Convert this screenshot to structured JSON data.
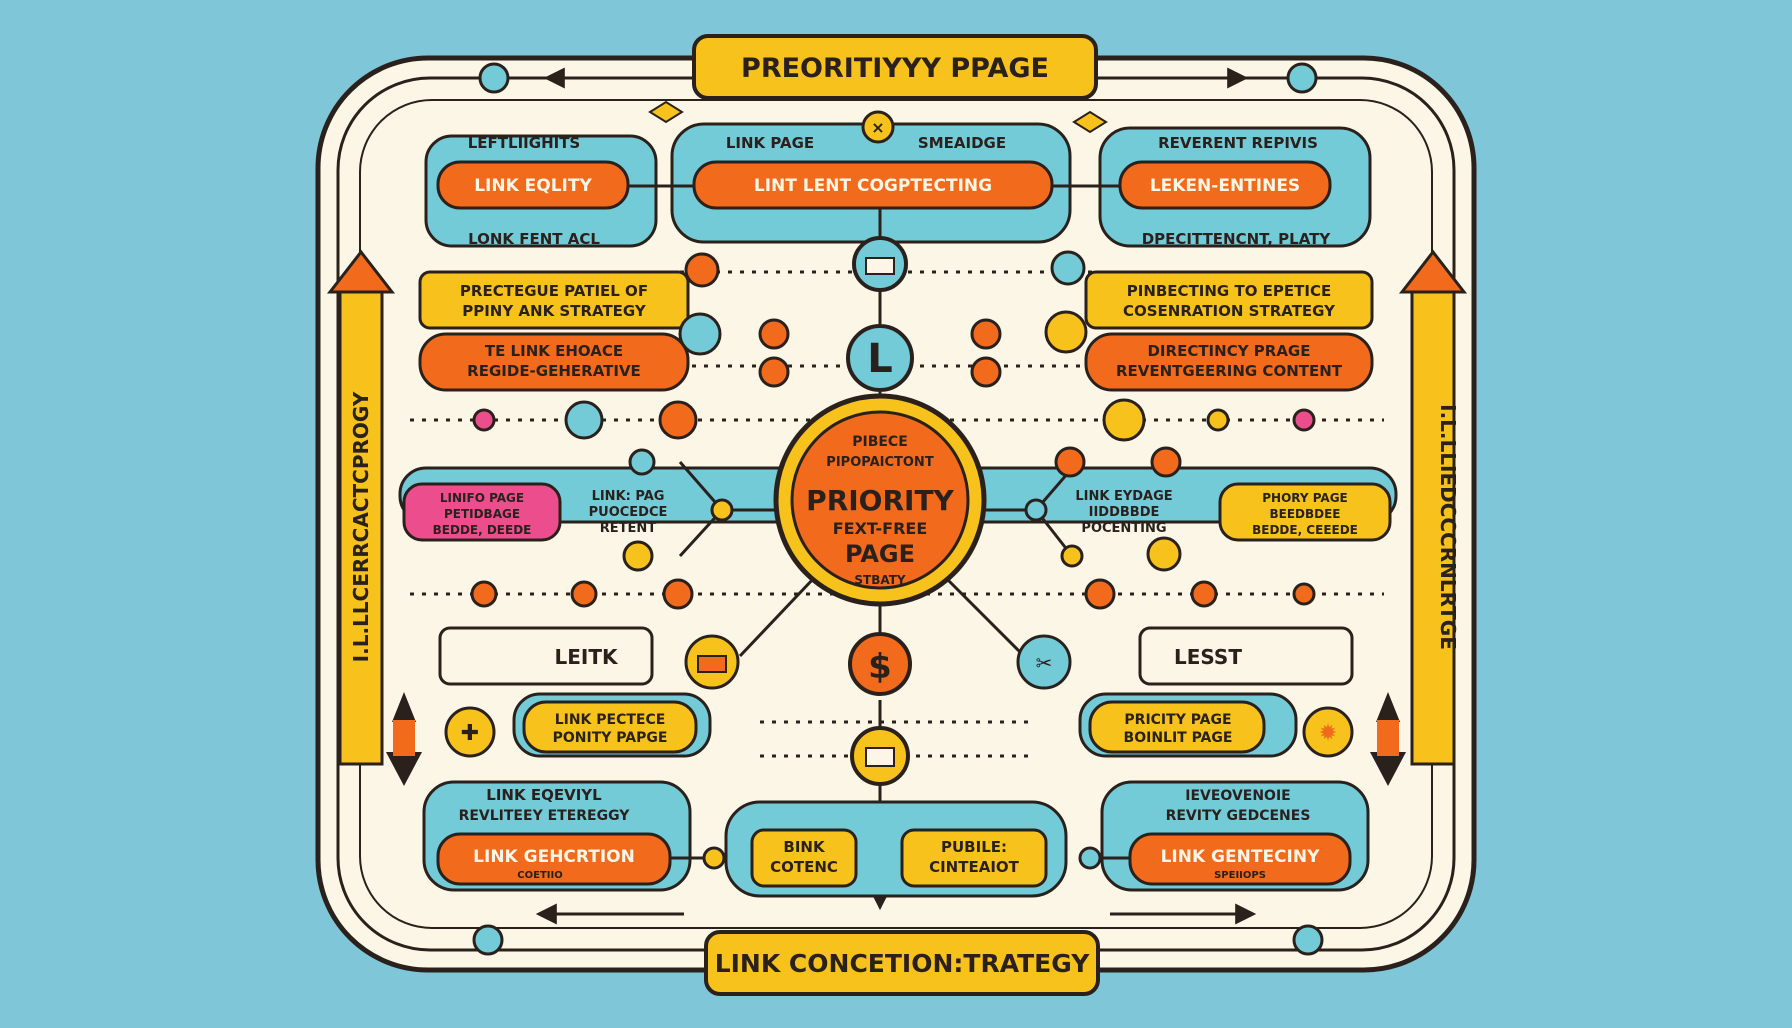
{
  "colors": {
    "background": "#7fc6d9",
    "panel": "#fbf6e6",
    "outline": "#2a211c",
    "orange": "#f26a1b",
    "yellow": "#f7c21c",
    "cyan": "#73cbd8",
    "pink": "#ec4e8d",
    "red": "#e24a1e"
  },
  "header": {
    "title": "PREORITIYYY PPAGE"
  },
  "footer": {
    "title": "LINK CONCETION:TRATEGY"
  },
  "top": {
    "left_caption": "LEFTLIIGHITS",
    "left_pill": "LINK EQLITY",
    "left_sub": "LONK FENT ACL",
    "center_caption_a": "LINK PAGE",
    "center_caption_b": "SMEAIDGE",
    "center_pill": "LINT LENT COGPTECTING",
    "right_caption": "REVERENT REPIVIS",
    "right_pill": "LEKEN-ENTINES",
    "right_sub": "DPECITTENCNT, PLATY"
  },
  "upper": {
    "left_yellow": [
      "PRECTEGUE PATIEL OF",
      "PPINY ANK STRATEGY"
    ],
    "left_orange": [
      "TE LINK EHOACE",
      "REGIDE-GEHERATIVE"
    ],
    "right_yellow": [
      "PINBECTING TO EPETICE",
      "COSENRATION STRATEGY"
    ],
    "right_orange": [
      "DIRECTINCY PRAGE",
      "REVENTGEERING CONTENT"
    ]
  },
  "center": {
    "small_a": "PIBECE",
    "small_b": "PIPOPAICTONT",
    "title": "PRIORITY",
    "sub": "FEXT-FREE",
    "page": "PAGE",
    "bottom": "STBATY",
    "l_glyph": "L",
    "dollar_glyph": "$"
  },
  "middle": {
    "left_pink": [
      "LINIFO PAGE",
      "PETIDBAGE",
      "BEDDE, DEEDE"
    ],
    "left_text": [
      "LINK: PAG",
      "PUOCEDCE",
      "RETENT"
    ],
    "right_text": [
      "LINK EYDAGE",
      "IIDDBBDE",
      "POCENTING"
    ],
    "right_yellow": [
      "PHORY PAGE",
      "BEEDBDEE",
      "BEDDE, CEEEDE"
    ]
  },
  "lower": {
    "left_label": "LEITK",
    "right_label": "LESST",
    "left_yellow": [
      "LINK PECTECE",
      "PONITY PAPGE"
    ],
    "right_yellow": [
      "PRICITY PAGE",
      "BOINLIT PAGE"
    ]
  },
  "bottom": {
    "left_caption_a": "LINK EQEVIYL",
    "left_caption_b": "REVLITEEY ETEREGGY",
    "left_pill": "LINK GEHCRTION",
    "left_tiny": "COETIIO",
    "center_left": [
      "BINK",
      "COTENC"
    ],
    "center_right": [
      "PUBILE:",
      "CINTEAIOT"
    ],
    "right_caption_a": "IEVEOVENOIE",
    "right_caption_b": "REVITY GEDCENES",
    "right_pill": "LINK GENTECINY",
    "right_tiny": "SPEIIOPS"
  },
  "side": {
    "left_vertical": "I.L.LLCERRCACTCPROGY",
    "right_vertical": "I.L.LLIEDCCCRNLRTGE"
  }
}
